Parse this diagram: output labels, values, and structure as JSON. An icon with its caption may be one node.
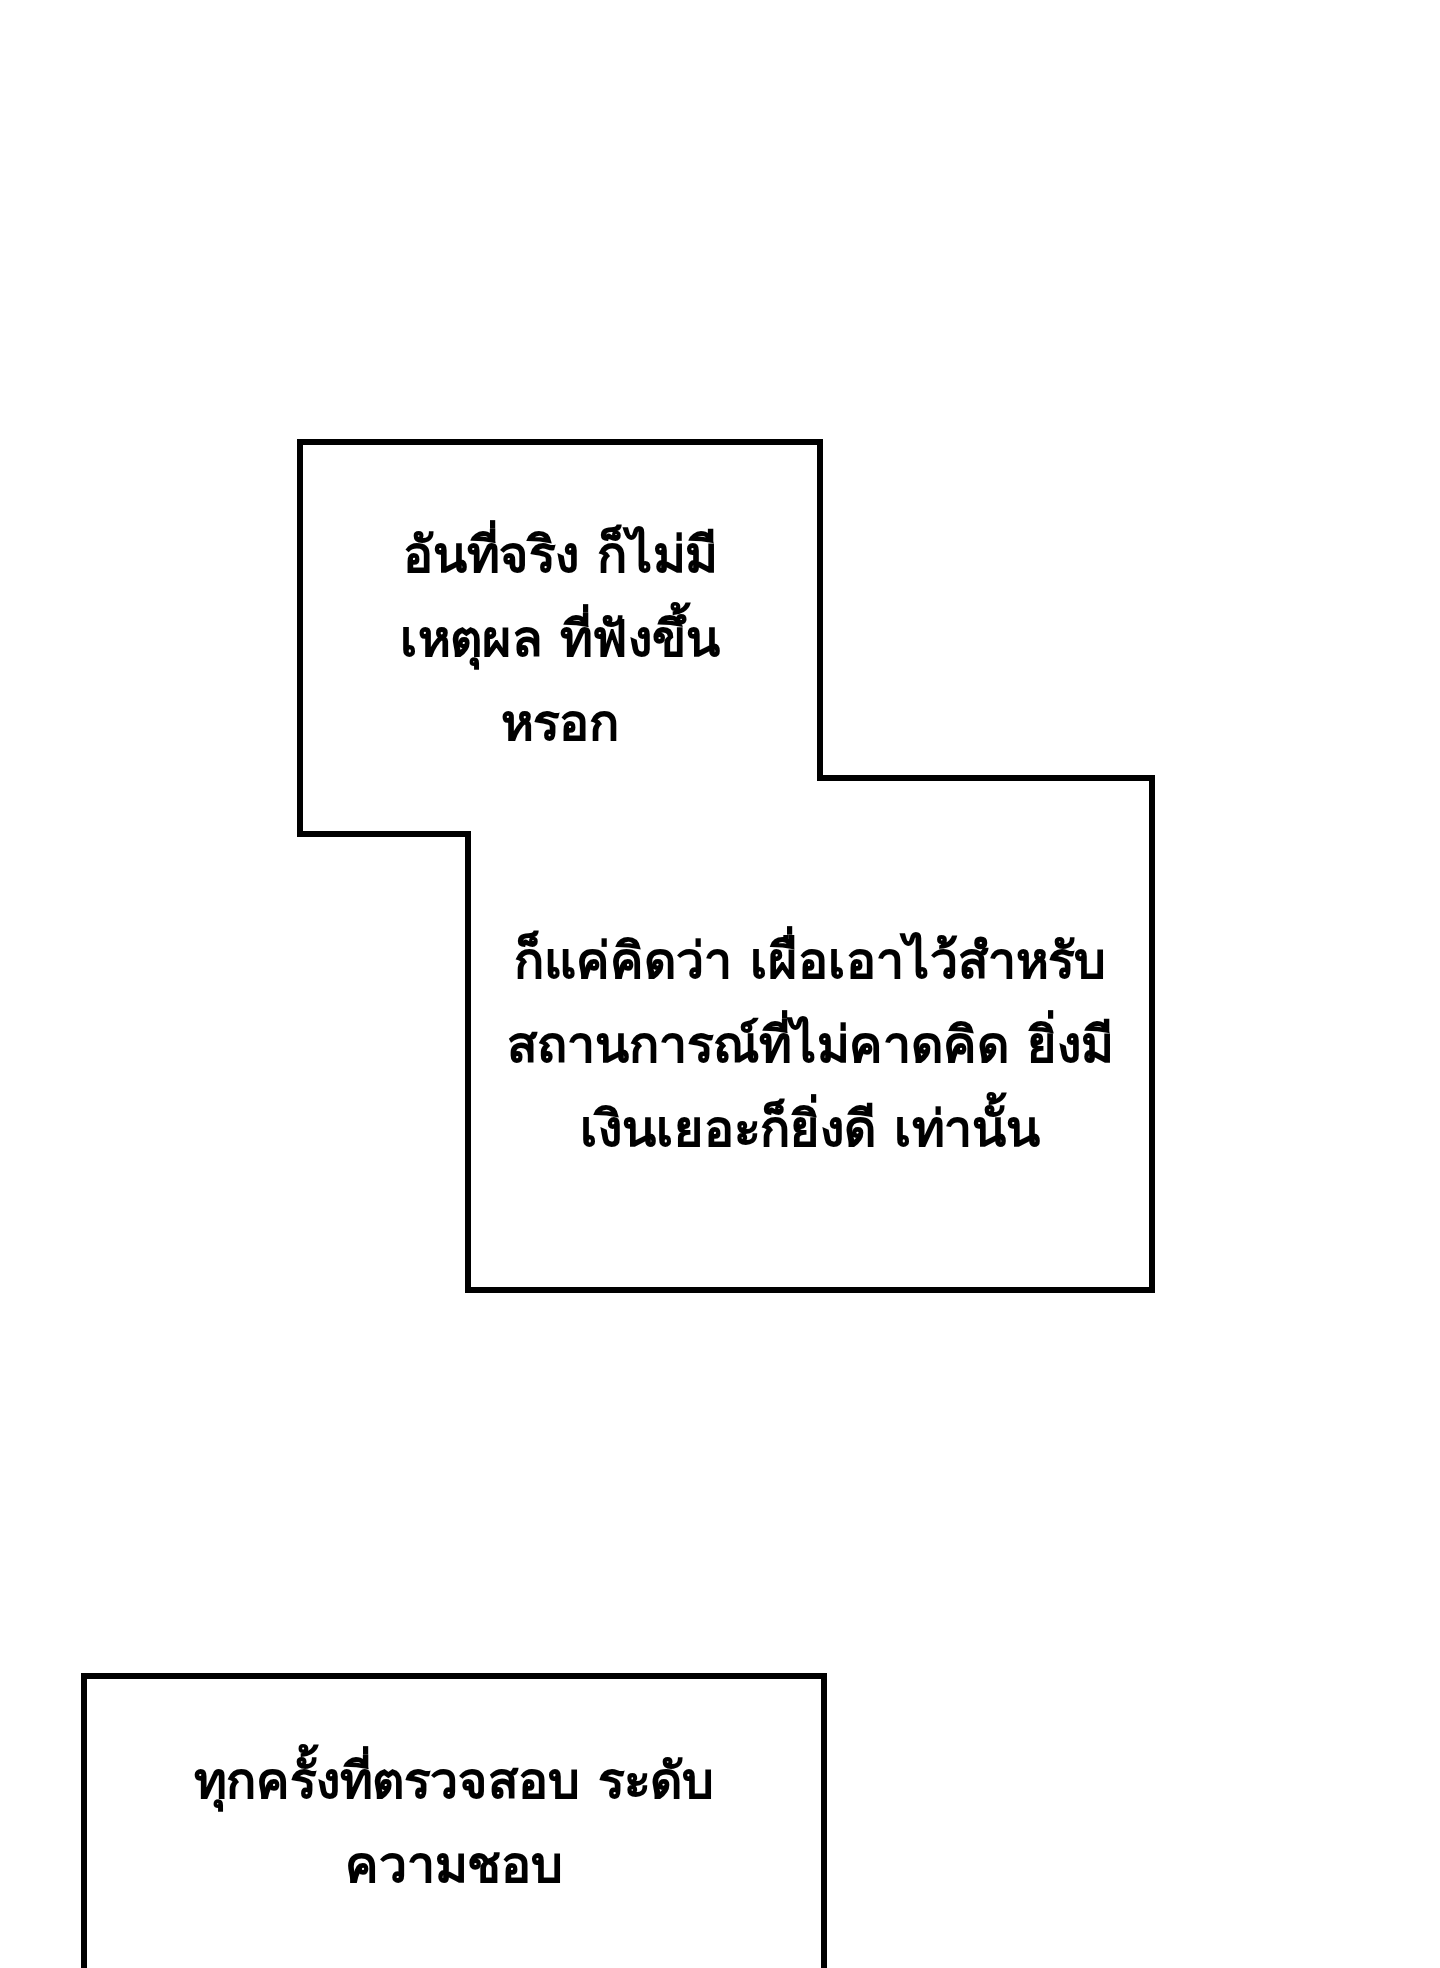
{
  "diagram": {
    "nodes": [
      {
        "text": [
          "อันที่จริง ก็ไม่มีเหตุผล ที่ฟังขึ้นหรอก"
        ]
      },
      {
        "text": [
          "ก็แค่คิดว่า เผื่อเอาไว้สำหรับ สถานการณ์ที่ไม่คาดคิด ยิ่งมีเงินเยอะก็ยิ่งดี เท่านั้น"
        ]
      },
      {
        "text": [
          "ทุกครั้งที่ตรวจสอบ ระดับความชอบ"
        ]
      }
    ]
  }
}
